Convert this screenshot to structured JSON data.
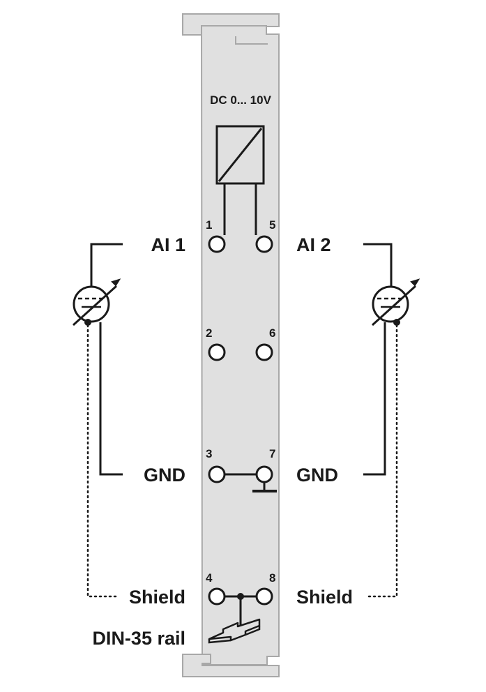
{
  "module": {
    "range_label": "DC 0... 10V",
    "rail_label": "DIN-35 rail",
    "body_color": "#e0e0e0",
    "outline_color": "#a8a8a8",
    "line_color": "#1a1a1a"
  },
  "terminals": [
    {
      "number": "1",
      "signal": "AI 1"
    },
    {
      "number": "2",
      "signal": ""
    },
    {
      "number": "3",
      "signal": "GND"
    },
    {
      "number": "4",
      "signal": "Shield"
    },
    {
      "number": "5",
      "signal": "AI 2"
    },
    {
      "number": "6",
      "signal": ""
    },
    {
      "number": "7",
      "signal": "GND"
    },
    {
      "number": "8",
      "signal": "Shield"
    }
  ],
  "icons": {
    "converter": "analog-digital-converter-icon",
    "sensor": "variable-sensor-icon",
    "ground": "ground-icon",
    "rail": "din-rail-icon"
  }
}
